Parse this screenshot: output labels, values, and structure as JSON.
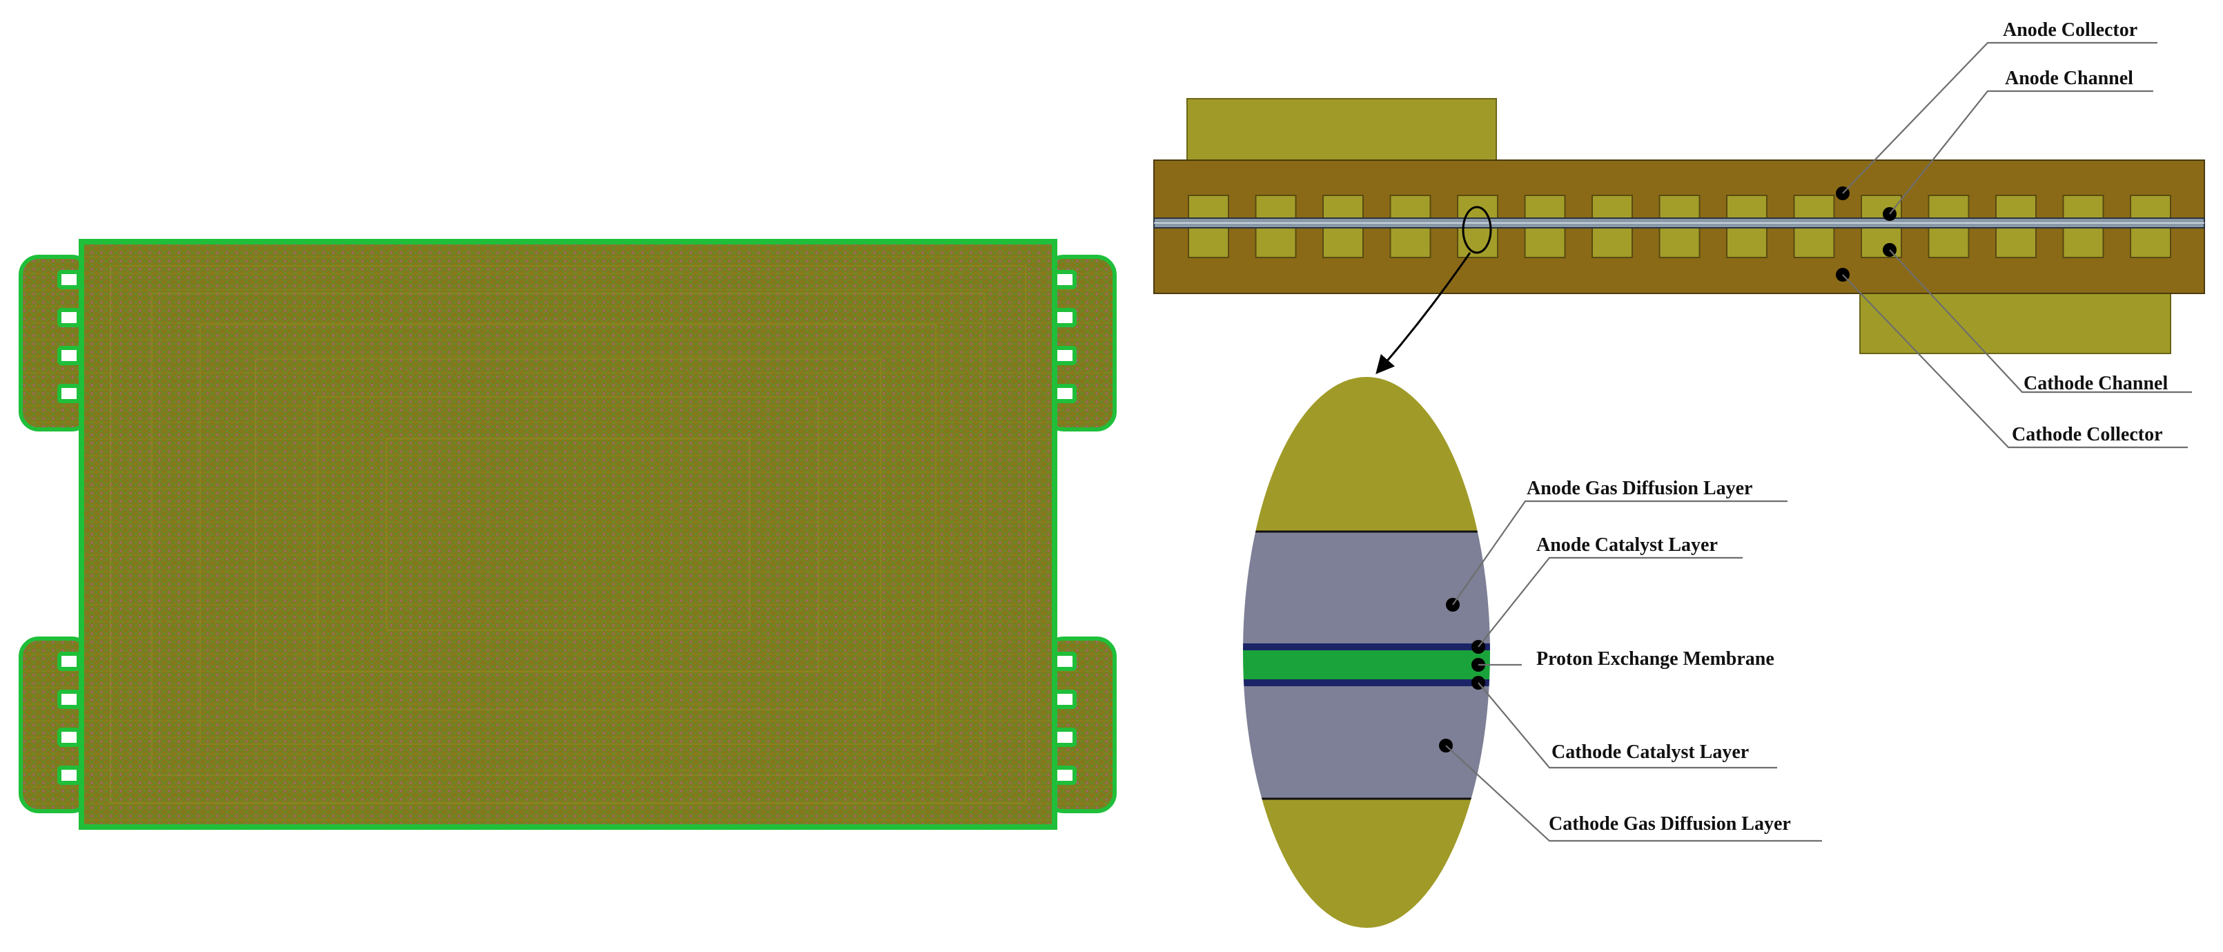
{
  "labels": {
    "anode_collector": "Anode Collector",
    "anode_channel": "Anode Channel",
    "cathode_channel": "Cathode Channel",
    "cathode_collector": "Cathode Collector",
    "anode_gdl": "Anode Gas Diffusion Layer",
    "anode_cl": "Anode Catalyst Layer",
    "pem": "Proton Exchange Membrane",
    "cathode_cl": "Cathode Catalyst Layer",
    "cathode_gdl": "Cathode Gas Diffusion Layer"
  },
  "colors": {
    "mesh_fill": "#8a7a1e",
    "mesh_edge": "#1fbf3a",
    "collector": "#8b6a17",
    "channel": "#a39e2a",
    "gdl": "#7d8096",
    "membrane": "#1aa33a",
    "catalyst": "#1b2466",
    "plate": "#a09b28"
  },
  "channel_count": 15
}
